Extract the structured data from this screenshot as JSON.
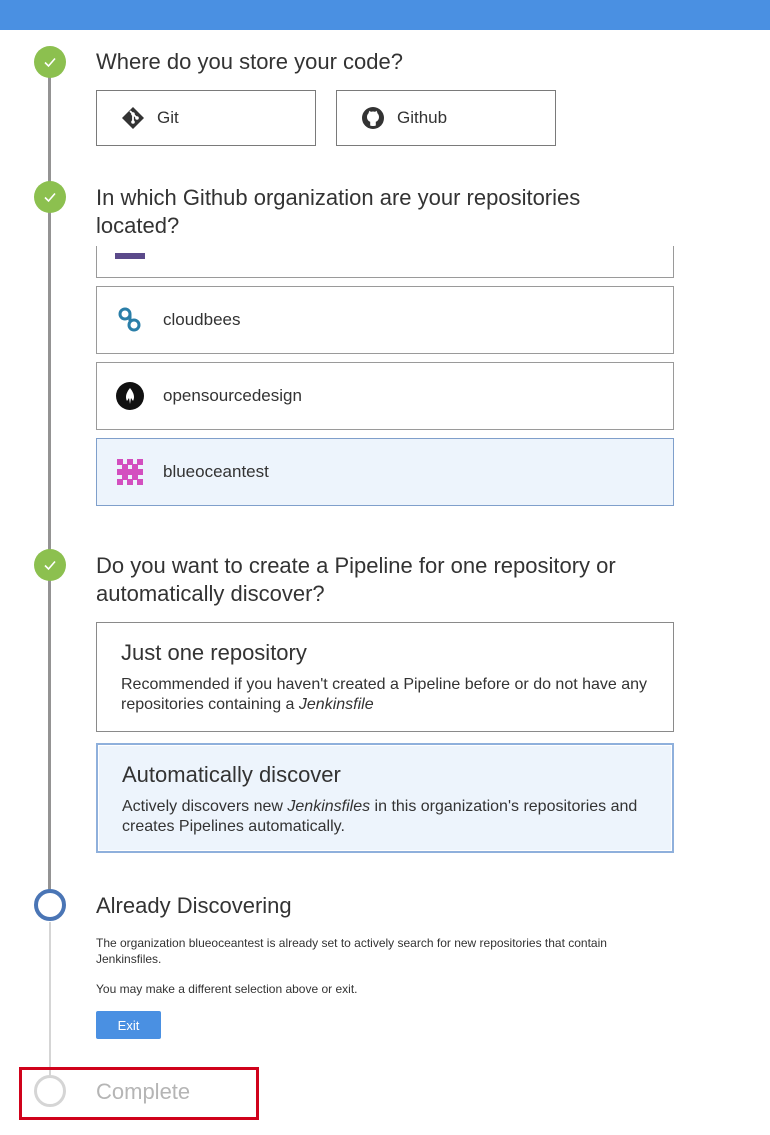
{
  "steps": {
    "store_code": {
      "title": "Where do you store your code?",
      "options": [
        {
          "label": "Git",
          "icon": "git-icon"
        },
        {
          "label": "Github",
          "icon": "github-icon"
        }
      ]
    },
    "organization": {
      "title": "In which Github organization are your repositories located?",
      "orgs": [
        {
          "label": "",
          "icon": "org-avatar-icon"
        },
        {
          "label": "cloudbees",
          "icon": "cloudbees-icon"
        },
        {
          "label": "opensourcedesign",
          "icon": "opensourcedesign-icon"
        },
        {
          "label": "blueoceantest",
          "icon": "blueoceantest-icon",
          "selected": true
        }
      ]
    },
    "discover": {
      "title": "Do you want to create a Pipeline for one repository or automatically discover?",
      "one": {
        "title": "Just one repository",
        "desc_before": "Recommended if you haven't created a Pipeline before or do not have any repositories containing a ",
        "desc_em": "Jenkinsfile",
        "desc_after": ""
      },
      "auto": {
        "title": "Automatically discover",
        "desc_before": "Actively discovers new ",
        "desc_em": "Jenkinsfiles",
        "desc_after": " in this organization's repositories and creates Pipelines automatically."
      }
    },
    "already": {
      "title": "Already Discovering",
      "para1": "The organization blueoceantest is already set to actively search for new repositories that contain Jenkinsfiles.",
      "para2": "You may make a different selection above or exit.",
      "exit_label": "Exit"
    },
    "complete": {
      "title": "Complete"
    }
  },
  "colors": {
    "accent": "#4a90e2",
    "done": "#8cc04f",
    "active": "#4a75b5",
    "selected_bg": "#edf4fc",
    "highlight": "#d0021b"
  }
}
